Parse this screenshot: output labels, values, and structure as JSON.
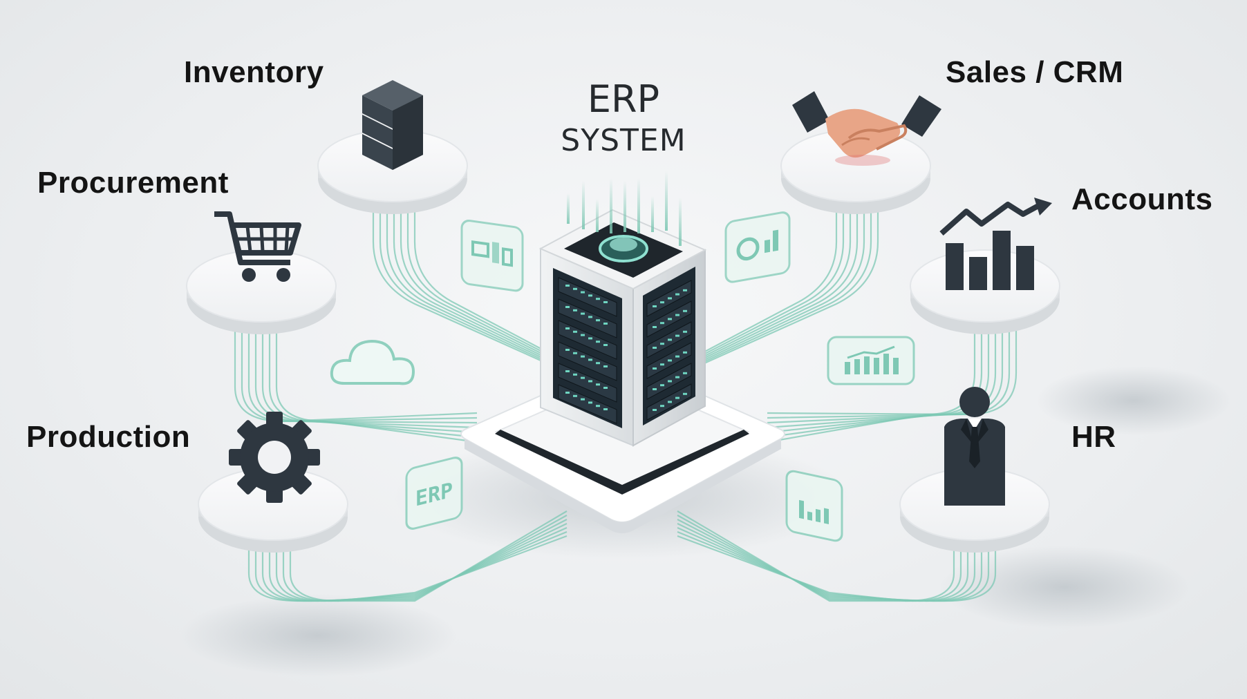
{
  "center": {
    "title_line1": "ERP",
    "title_line2": "SYSTEM",
    "icon": "server-tower-icon"
  },
  "modules": [
    {
      "key": "inventory",
      "label": "Inventory",
      "icon": "storage-boxes-icon"
    },
    {
      "key": "procurement",
      "label": "Procurement",
      "icon": "shopping-cart-icon"
    },
    {
      "key": "production",
      "label": "Production",
      "icon": "gear-icon"
    },
    {
      "key": "sales",
      "label": "Sales / CRM",
      "icon": "handshake-icon"
    },
    {
      "key": "accounts",
      "label": "Accounts",
      "icon": "bar-chart-trend-icon"
    },
    {
      "key": "hr",
      "label": "HR",
      "icon": "businessman-icon"
    }
  ],
  "floating_chips": [
    {
      "key": "chip-erp",
      "text": "ERP"
    }
  ],
  "colors": {
    "connector": "#7ec8b4",
    "icon_dark": "#2e3740",
    "text": "#141414",
    "platform": "#ffffff"
  }
}
